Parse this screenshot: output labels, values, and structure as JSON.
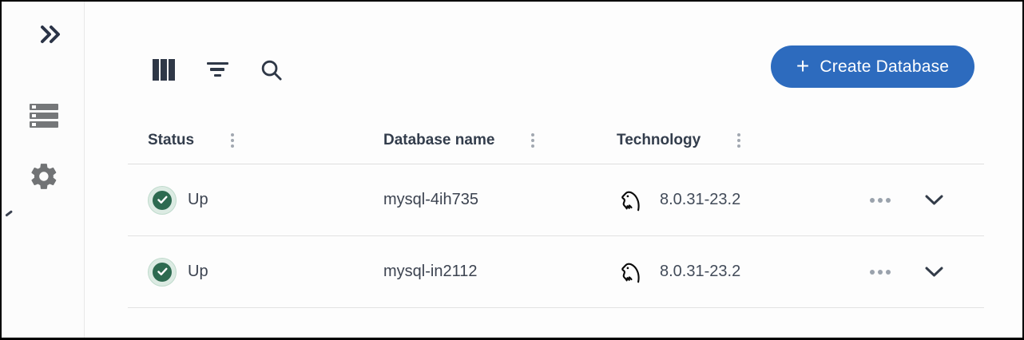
{
  "sidebar": {
    "expand_icon": "double-chevron-right",
    "items": [
      {
        "icon": "database-servers"
      },
      {
        "icon": "settings-gear"
      }
    ]
  },
  "toolbar": {
    "columns_icon": "columns",
    "filter_icon": "filter",
    "search_icon": "search",
    "create_button": {
      "plus": "+",
      "label": "Create Database"
    }
  },
  "table": {
    "headers": [
      {
        "label": "Status"
      },
      {
        "label": "Database name"
      },
      {
        "label": "Technology"
      }
    ],
    "rows": [
      {
        "status": "Up",
        "status_icon": "check-circle-green",
        "database_name": "mysql-4ih735",
        "technology_icon": "mysql-dolphin",
        "technology_version": "8.0.31-23.2"
      },
      {
        "status": "Up",
        "status_icon": "check-circle-green",
        "database_name": "mysql-in2112",
        "technology_icon": "mysql-dolphin",
        "technology_version": "8.0.31-23.2"
      }
    ]
  },
  "colors": {
    "accent_blue": "#2d6bbe",
    "status_green_dark": "#2d6a50",
    "status_green_light": "#dcebe3",
    "icon_dark": "#2f3847",
    "icon_gray": "#757779",
    "divider": "#e0e0e0"
  }
}
